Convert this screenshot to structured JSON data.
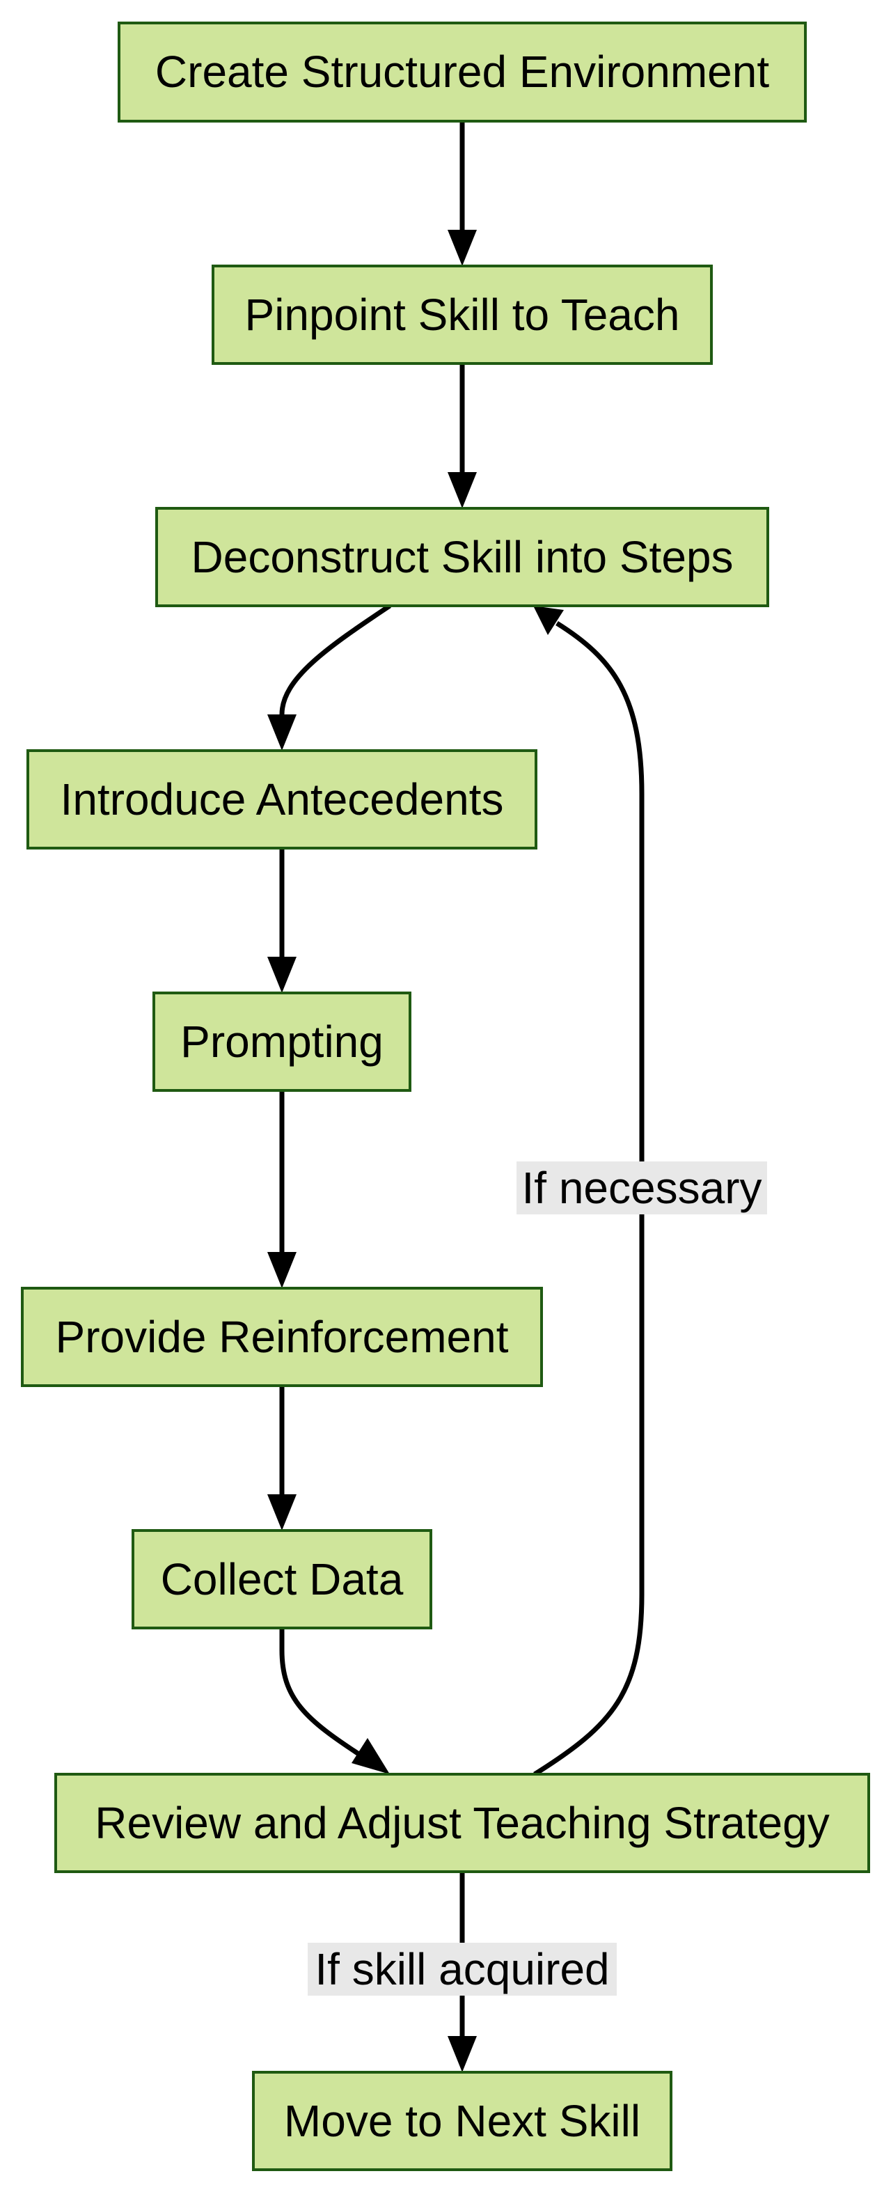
{
  "diagram": {
    "nodes": {
      "create": "Create Structured Environment",
      "pinpoint": "Pinpoint Skill to Teach",
      "deconstruct": "Deconstruct Skill into Steps",
      "antecedents": "Introduce Antecedents",
      "prompting": "Prompting",
      "reinforcement": "Provide Reinforcement",
      "collect": "Collect Data",
      "review": "Review and Adjust Teaching Strategy",
      "next": "Move to Next Skill"
    },
    "edge_labels": {
      "if_necessary": "If necessary",
      "if_skill_acquired": "If skill acquired"
    },
    "colors": {
      "node_fill": "#cfe59b",
      "node_border": "#1f5a12",
      "edge": "#000000",
      "label_background": "#e8e8e8"
    }
  }
}
